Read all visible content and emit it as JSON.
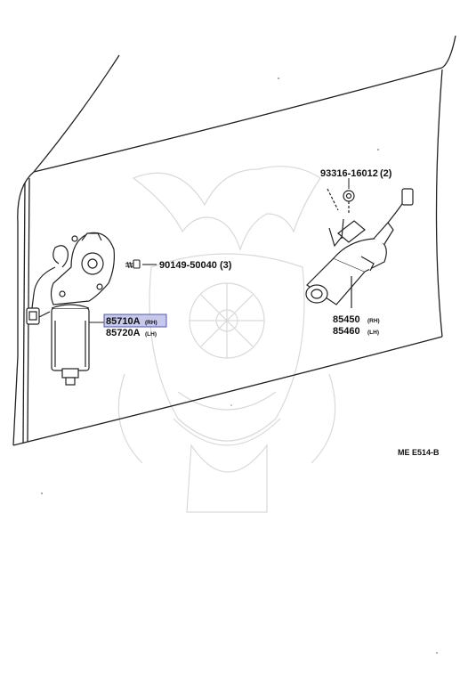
{
  "parts": {
    "screw": {
      "number": "90149-50040",
      "qty": "(3)"
    },
    "motor_rh": {
      "number": "85710A",
      "side": "(RH)"
    },
    "motor_lh": {
      "number": "85720A",
      "side": "(LH)"
    },
    "bolt": {
      "number": "93316-16012",
      "qty": "(2)"
    },
    "actuator_rh": {
      "number": "85450",
      "side": "(RH)"
    },
    "actuator_lh": {
      "number": "85460",
      "side": "(LH)"
    }
  },
  "diagram_code": "ME  E514-B",
  "highlight": {
    "part": "85710A",
    "color": "#c7c9ea"
  }
}
